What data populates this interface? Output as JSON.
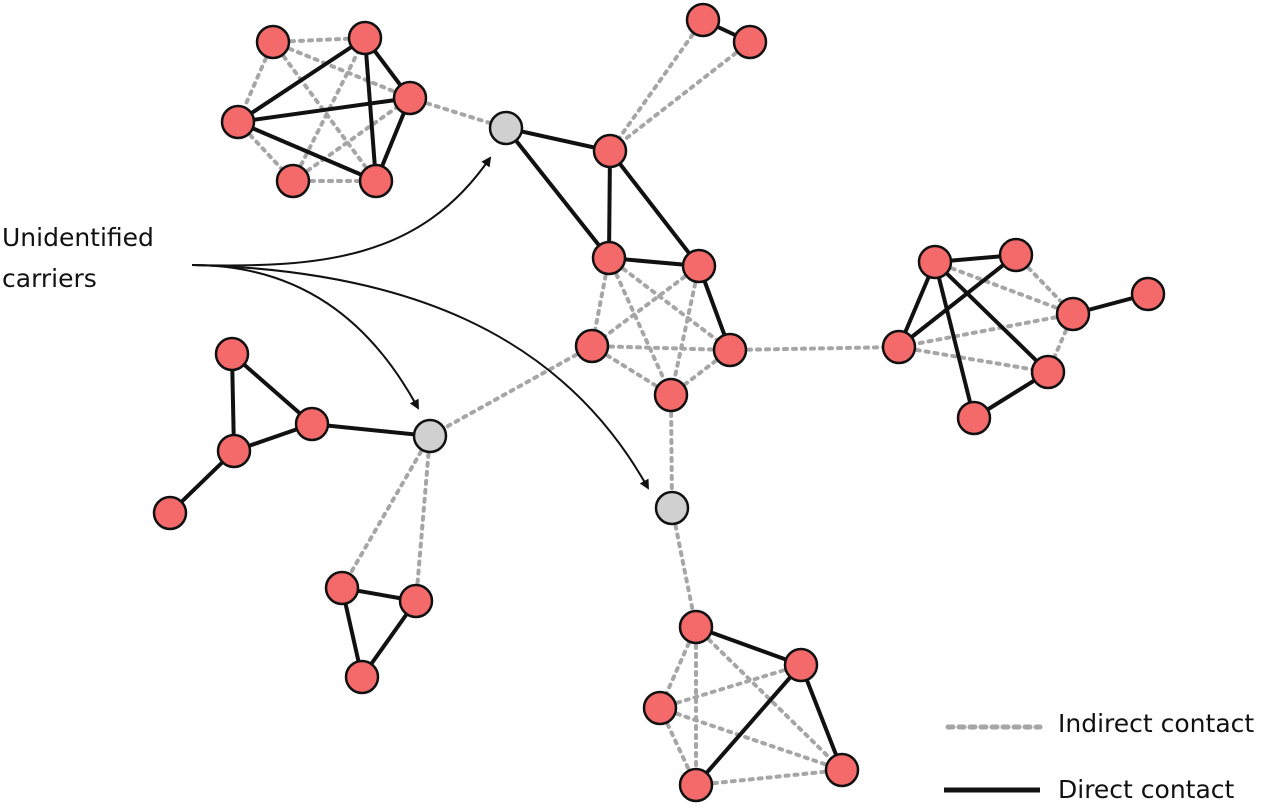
{
  "annotation": {
    "line1": "Unidentified",
    "line2": "carriers"
  },
  "legend": {
    "indirect_label": "Indirect contact",
    "direct_label": "Direct contact"
  },
  "colors": {
    "case_fill": "#f46a6a",
    "carrier_fill": "#d0d0d0",
    "node_stroke": "#111111",
    "direct_edge": "#111111",
    "indirect_edge": "#a6a6a6",
    "arrow": "#111111"
  },
  "node_kinds": {
    "case": "identified case",
    "carrier": "unidentified carrier"
  }
}
